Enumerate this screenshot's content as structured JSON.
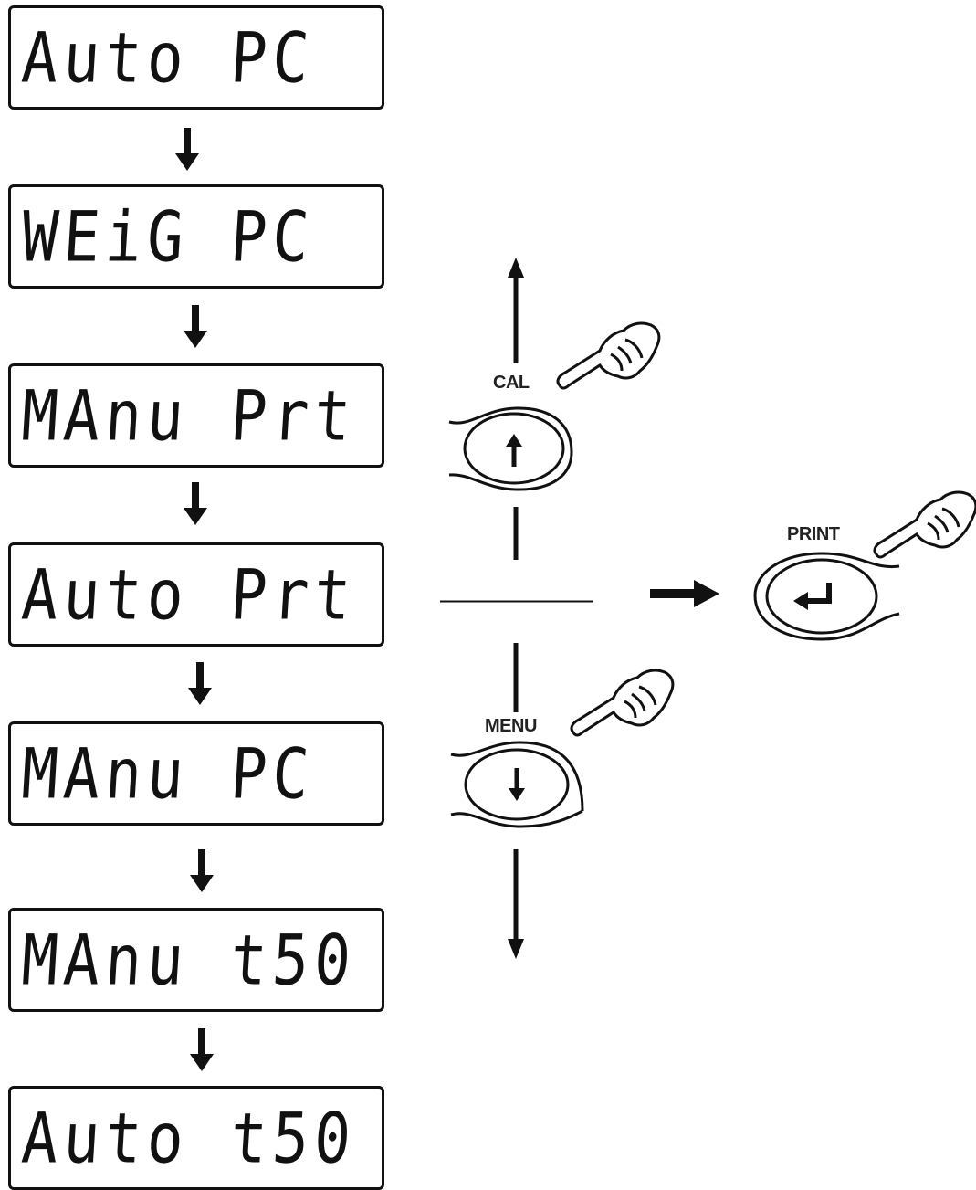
{
  "menu_options": [
    {
      "text": "Auto PC"
    },
    {
      "text": "WEiG PC"
    },
    {
      "text": "MAnu Prt"
    },
    {
      "text": "Auto Prt"
    },
    {
      "text": "MAnu PC"
    },
    {
      "text": "MAnu t50"
    },
    {
      "text": "Auto t50"
    }
  ],
  "keys": {
    "up": {
      "label": "CAL",
      "icon": "arrow-up-icon"
    },
    "down": {
      "label": "MENU",
      "icon": "arrow-down-icon"
    },
    "confirm": {
      "label": "PRINT",
      "icon": "enter-return-icon"
    }
  },
  "colors": {
    "ink": "#111111",
    "background": "#ffffff"
  }
}
